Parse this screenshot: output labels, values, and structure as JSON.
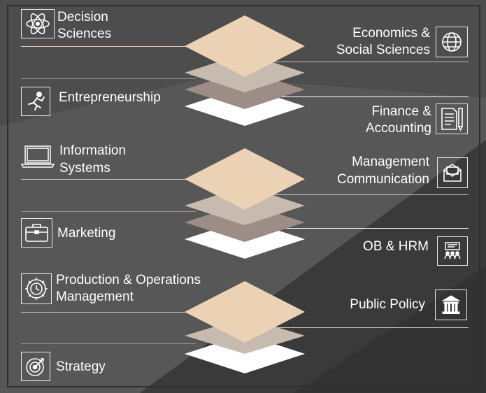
{
  "colors": {
    "background": "#4d4d4d",
    "background_light": "#5b5b5b",
    "background_dark": "#3c3c3c",
    "layer_top": "#ecd2b4",
    "layer_second": "#c7bbb0",
    "layer_third": "#9d8d87",
    "layer_base": "#ffffff",
    "line_beige": "#ecd2b4",
    "line_grey": "#c7bbb0",
    "line_mauve": "#9d8d87",
    "line_white": "#ffffff",
    "text": "#ffffff"
  },
  "left": {
    "decision": {
      "line1": "Decision",
      "line2": "Sciences",
      "icon": "atom-icon"
    },
    "entrepreneurship": {
      "label": "Entrepreneurship",
      "icon": "running-person-icon"
    },
    "information": {
      "line1": "Information",
      "line2": "Systems",
      "icon": "laptop-icon"
    },
    "marketing": {
      "label": "Marketing",
      "icon": "briefcase-icon"
    },
    "production": {
      "line1": "Production & Operations",
      "line2": "Management",
      "icon": "gear-clock-icon"
    },
    "strategy": {
      "label": "Strategy",
      "icon": "target-icon"
    }
  },
  "right": {
    "economics": {
      "line1": "Economics &",
      "line2": "Social Sciences",
      "icon": "globe-icon"
    },
    "finance": {
      "line1": "Finance &",
      "line2": "Accounting",
      "icon": "document-pen-icon"
    },
    "management": {
      "line1": "Management",
      "line2": "Communication",
      "icon": "envelope-icon"
    },
    "obhrm": {
      "label": "OB & HRM",
      "icon": "presentation-people-icon"
    },
    "policy": {
      "label": "Public Policy",
      "icon": "institution-icon"
    }
  }
}
